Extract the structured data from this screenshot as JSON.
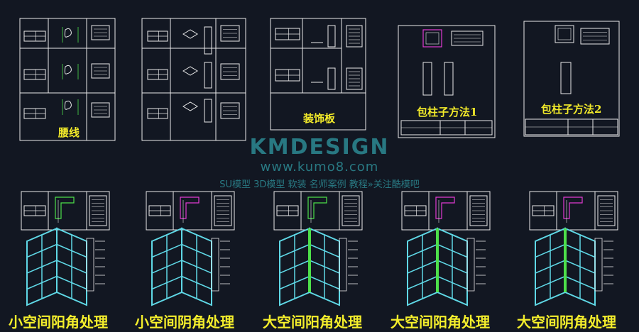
{
  "top_labels": {
    "p1": "腰线",
    "p3": "装饰板",
    "p4": "包柱子方法1",
    "p5": "包柱子方法2"
  },
  "bottom_labels": [
    "小空间阳角处理",
    "小空间阴角处理",
    "大空间阳角处理",
    "大空间阳角处理",
    "大空间阴角处理"
  ],
  "watermark": {
    "brand": "KMDESIGN",
    "url": "www.kumo8.com",
    "tagline": "SU模型 3D模型 软装 名师案例 教程»关注酷模吧"
  },
  "colors": {
    "background": "#121722",
    "line": "#e9e9e9",
    "label": "#f2ea2a",
    "watermark": "#2d8a93",
    "cyan": "#5fd8e6",
    "green": "#4de04a",
    "magenta": "#e23bd3"
  }
}
